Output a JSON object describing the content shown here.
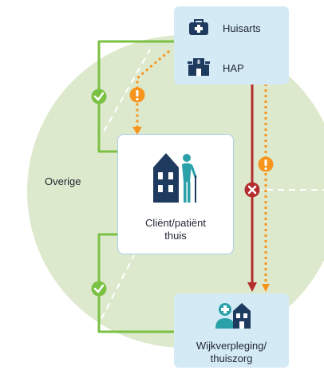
{
  "labels": {
    "overige": "Overige",
    "huisarts": "Huisarts",
    "hap": "HAP",
    "client_line1": "Cliënt/patiënt",
    "client_line2": "thuis",
    "wijk_line1": "Wijkverpleging/",
    "wijk_line2": "thuiszorg"
  },
  "icons": {
    "huisarts": "doctor-bag-icon",
    "hap": "clinic-building-icon",
    "client": "home-elderly-person-icon",
    "wijk": "nurse-house-icon",
    "positive": "check-icon",
    "warning": "exclamation-icon",
    "negative": "cross-icon"
  },
  "colors": {
    "circle": "#dde9cc",
    "box": "#d4ebf6",
    "navy": "#1e3a5f",
    "teal": "#2aa0a9",
    "green": "#7ac143",
    "orange": "#f7941d",
    "red": "#b32d2e"
  }
}
